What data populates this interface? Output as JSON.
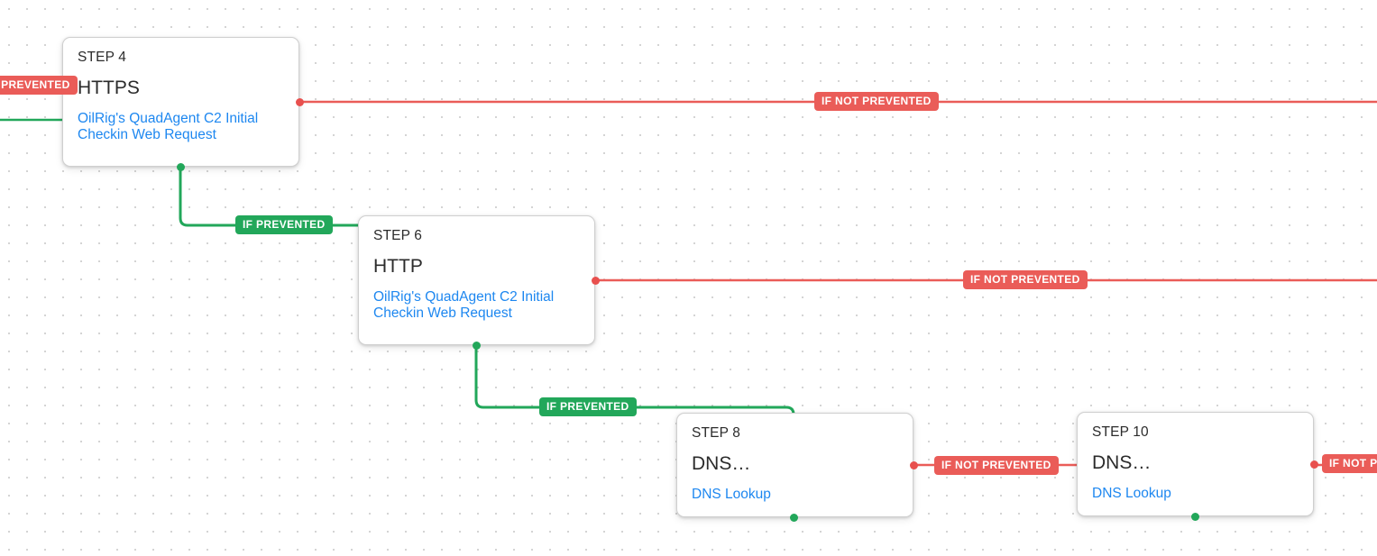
{
  "diagram": {
    "type": "playbook-flow",
    "background": "dotted-grid",
    "colors": {
      "prevented": "#22a75a",
      "not_prevented": "#ea5c58",
      "link": "#1d87f0",
      "card_text": "#2b2b2b",
      "card_bg": "#ffffff",
      "canvas_bg": "#ffffff",
      "grid_dot": "#c9c9c9"
    }
  },
  "nodes": [
    {
      "id": "step4",
      "step": "STEP 4",
      "title": "HTTPS",
      "link": "OilRig's QuadAgent C2 Initial Checkin Web Request"
    },
    {
      "id": "step6",
      "step": "STEP 6",
      "title": "HTTP",
      "link": "OilRig's QuadAgent C2 Initial Checkin Web Request"
    },
    {
      "id": "step8",
      "step": "STEP 8",
      "title": "DNS…",
      "link": "DNS Lookup"
    },
    {
      "id": "step10",
      "step": "STEP 10",
      "title": "DNS…",
      "link": "DNS Lookup"
    }
  ],
  "edge_labels": {
    "not_prevented": "IF NOT PREVENTED",
    "prevented": "IF PREVENTED",
    "clipped_left": "D",
    "clipped_right": "IF NOT PR"
  }
}
